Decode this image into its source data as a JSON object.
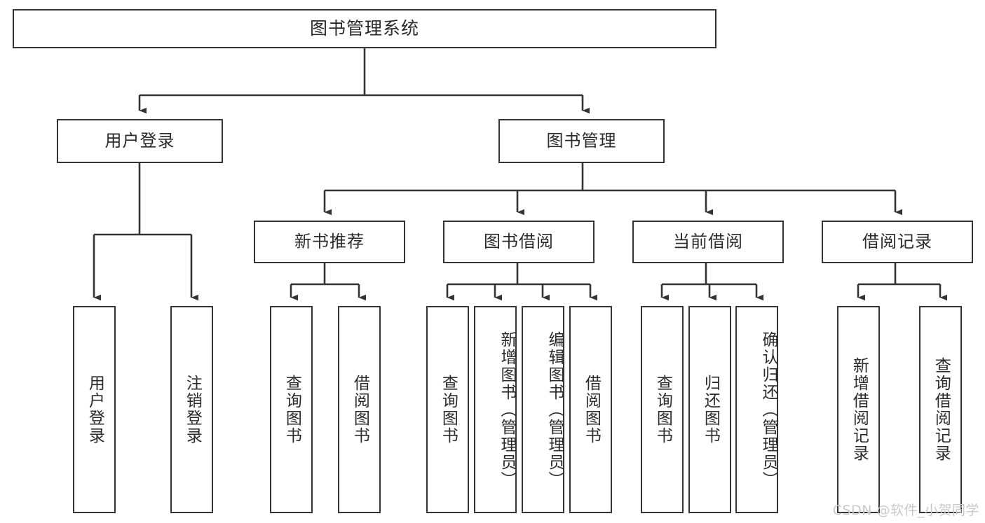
{
  "diagram": {
    "type": "tree",
    "title": "图书管理系统",
    "watermark": "CSDN @软件_小贺同学",
    "colors": {
      "box_border": "#343434",
      "box_fill": "#ffffff",
      "edge": "#343434",
      "text": "#2b2b2b",
      "watermark": "#c9c9c9",
      "background": "#ffffff"
    },
    "nodes": {
      "root": {
        "label": "图书管理系统"
      },
      "level2": [
        {
          "label": "用户登录"
        },
        {
          "label": "图书管理"
        }
      ],
      "level3": [
        {
          "label": "新书推荐"
        },
        {
          "label": "图书借阅"
        },
        {
          "label": "当前借阅"
        },
        {
          "label": "借阅记录"
        }
      ],
      "leaves": {
        "user_login": [
          {
            "label": "用户登录"
          },
          {
            "label": "注销登录"
          }
        ],
        "new_book": [
          {
            "label": "查询图书"
          },
          {
            "label": "借阅图书"
          }
        ],
        "book_borrow": [
          {
            "label": "查询图书"
          },
          {
            "label": "新增图书（管理员）"
          },
          {
            "label": "编辑图书（管理员）"
          },
          {
            "label": "借阅图书"
          }
        ],
        "current_borrow": [
          {
            "label": "查询图书"
          },
          {
            "label": "归还图书"
          },
          {
            "label": "确认归还（管理员）"
          }
        ],
        "borrow_record": [
          {
            "label": "新增借阅记录"
          },
          {
            "label": "查询借阅记录"
          }
        ]
      }
    }
  }
}
